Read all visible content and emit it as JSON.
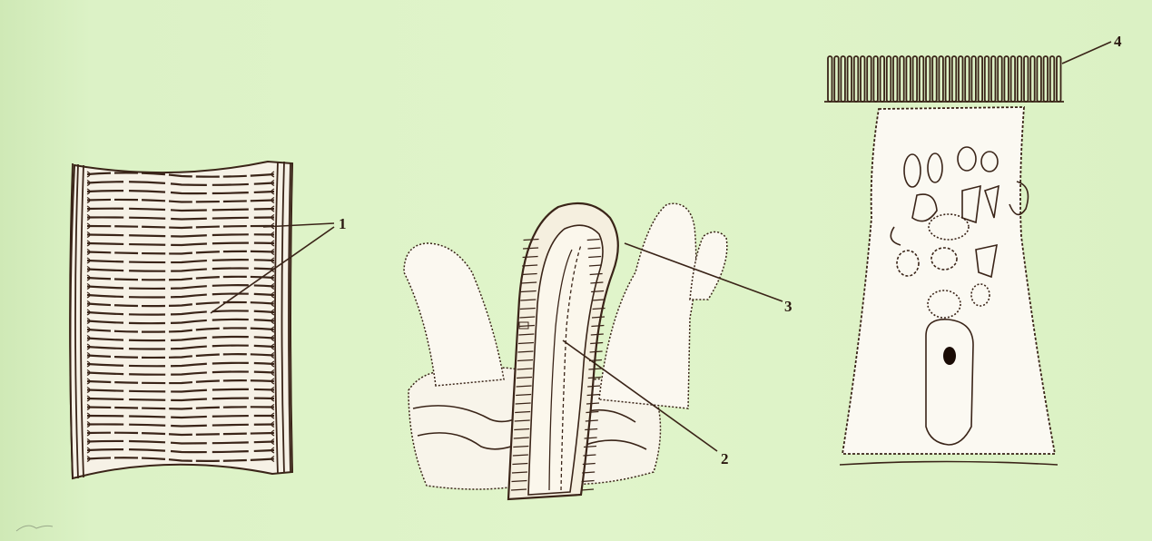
{
  "figure": {
    "panels": [
      {
        "name": "intestinal-wall-folds",
        "label_ids": [
          "1"
        ]
      },
      {
        "name": "villi-section",
        "label_ids": [
          "2",
          "3"
        ]
      },
      {
        "name": "epithelial-cell",
        "label_ids": [
          "4"
        ]
      }
    ],
    "labels": {
      "one": "1",
      "two": "2",
      "three": "3",
      "four": "4"
    },
    "colors": {
      "background": "#dcf2c6",
      "ink": "#3a2418"
    }
  }
}
